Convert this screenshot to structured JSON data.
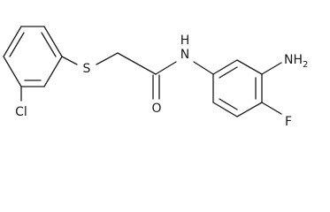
{
  "molecule": {
    "atom_labels": {
      "sulfur": "S",
      "nitrogen_amide": "N",
      "amide_hydrogen": "H",
      "oxygen": "O",
      "chlorine": "Cl",
      "amino": "NH",
      "amino_subscript": "2",
      "fluorine": "F"
    }
  }
}
